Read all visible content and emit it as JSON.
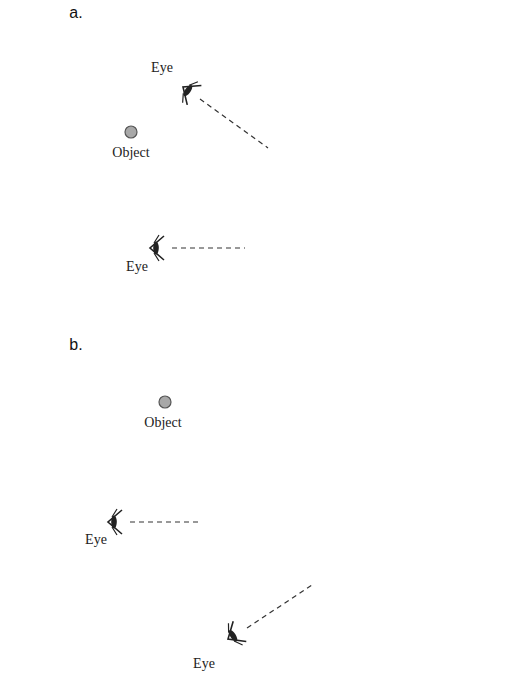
{
  "diagram": {
    "labels": [
      "a.",
      "Eye",
      "Object",
      "Eye",
      "b.",
      "Object",
      "Eye",
      "Eye"
    ]
  }
}
